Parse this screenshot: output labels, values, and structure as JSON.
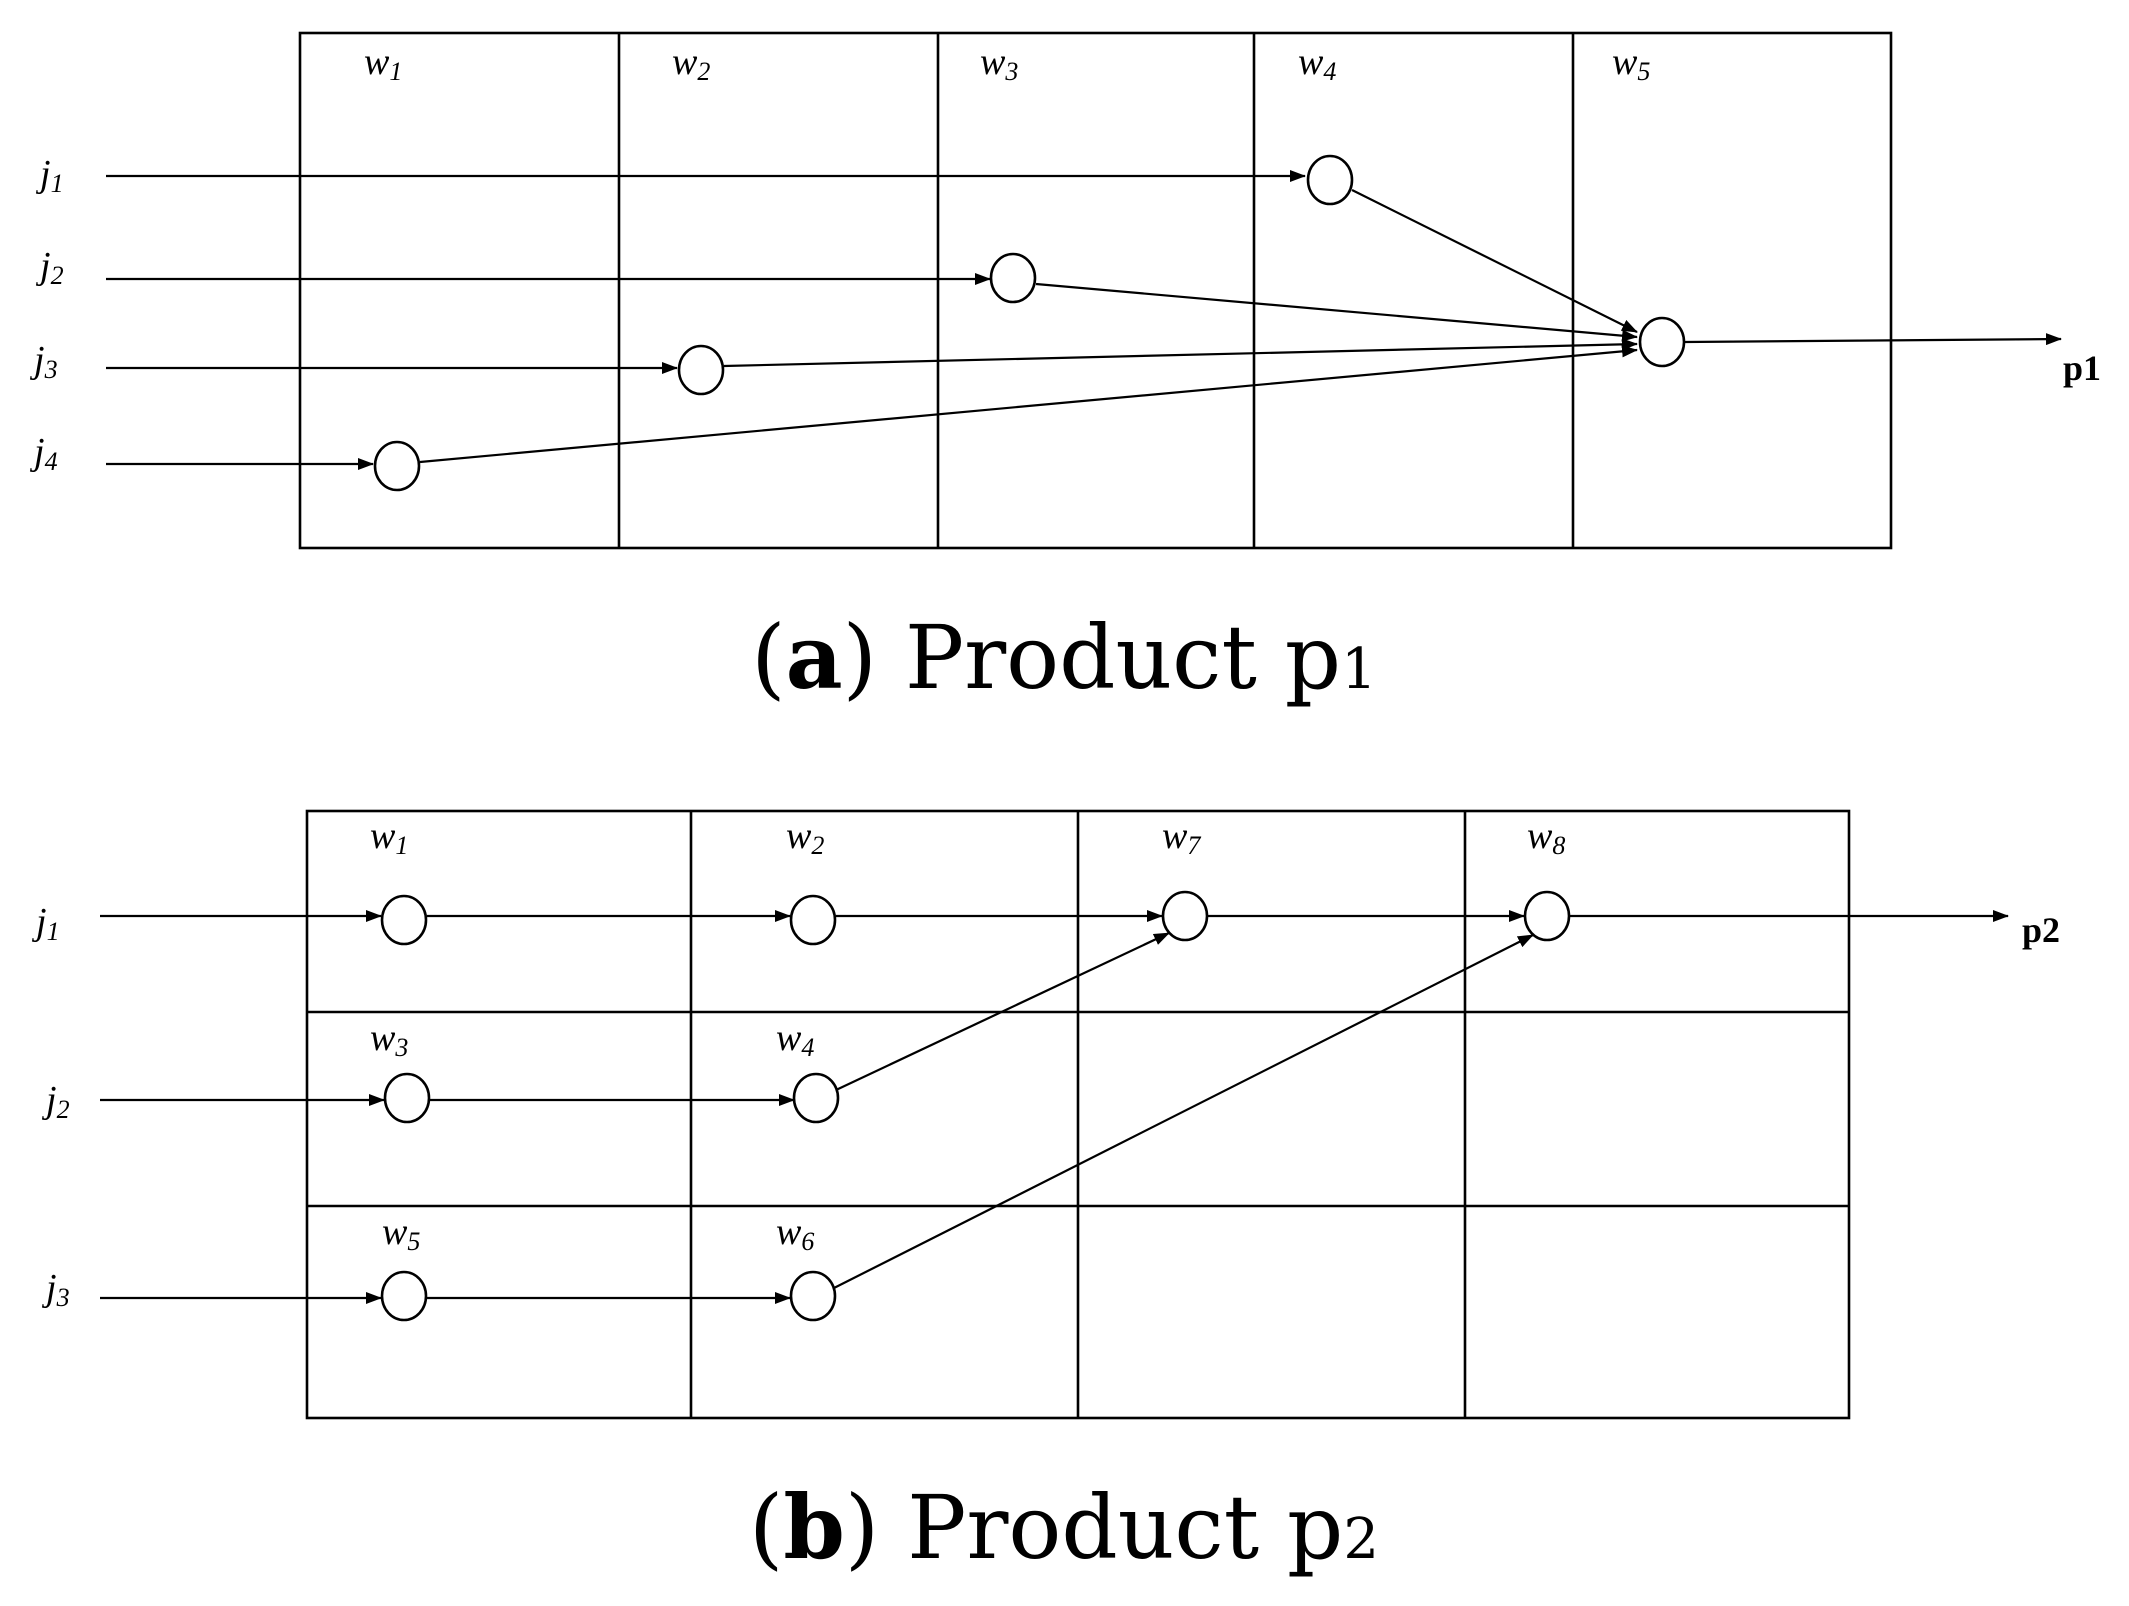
{
  "panel_a": {
    "workstations": [
      {
        "base": "w",
        "sub": "1"
      },
      {
        "base": "w",
        "sub": "2"
      },
      {
        "base": "w",
        "sub": "3"
      },
      {
        "base": "w",
        "sub": "4"
      },
      {
        "base": "w",
        "sub": "5"
      }
    ],
    "jobs": [
      {
        "base": "j",
        "sub": "1"
      },
      {
        "base": "j",
        "sub": "2"
      },
      {
        "base": "j",
        "sub": "3"
      },
      {
        "base": "j",
        "sub": "4"
      }
    ],
    "product": {
      "base": "p",
      "sub": "1"
    },
    "caption": {
      "open": "(",
      "tag": "a",
      "rest": ") Product p",
      "sub": "1"
    }
  },
  "panel_b": {
    "workstations": [
      {
        "base": "w",
        "sub": "1"
      },
      {
        "base": "w",
        "sub": "2"
      },
      {
        "base": "w",
        "sub": "7"
      },
      {
        "base": "w",
        "sub": "8"
      },
      {
        "base": "w",
        "sub": "3"
      },
      {
        "base": "w",
        "sub": "4"
      },
      {
        "base": "w",
        "sub": "5"
      },
      {
        "base": "w",
        "sub": "6"
      }
    ],
    "jobs": [
      {
        "base": "j",
        "sub": "1"
      },
      {
        "base": "j",
        "sub": "2"
      },
      {
        "base": "j",
        "sub": "3"
      }
    ],
    "product": {
      "base": "p",
      "sub": "2"
    },
    "caption": {
      "open": "(",
      "tag": "b",
      "rest": ") Product p",
      "sub": "2"
    }
  }
}
